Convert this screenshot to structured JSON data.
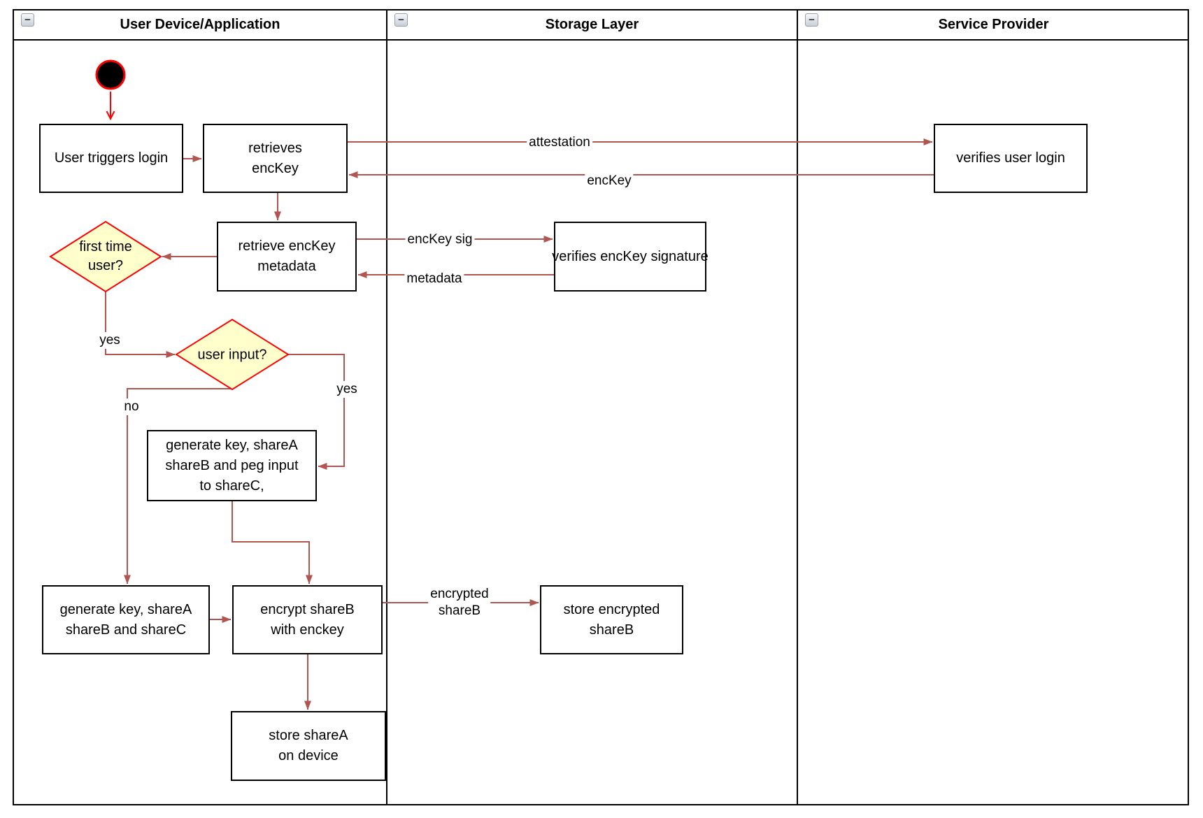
{
  "pool": {
    "collapse_glyph": "−",
    "lanes": [
      {
        "title": "User Device/Application"
      },
      {
        "title": "Storage Layer"
      },
      {
        "title": "Service Provider"
      }
    ]
  },
  "nodes": {
    "user_triggers_login": "User triggers login",
    "retrieves_enckey": "retrieves\nencKey",
    "retrieve_enckey_metadata": "retrieve encKey\nmetadata",
    "verifies_enckey_signature": "verifies encKey signature",
    "verifies_user_login": "verifies user login",
    "generate_key_peg_input": "generate key, shareA\nshareB and peg input\nto shareC,",
    "generate_key_sharec": "generate key, shareA\nshareB and shareC",
    "encrypt_shareb": "encrypt shareB\nwith enckey",
    "store_encrypted_shareb": "store encrypted\nshareB",
    "store_sharea": "store shareA\non device"
  },
  "decisions": {
    "first_time_user": "first time\nuser?",
    "user_input": "user input?"
  },
  "edge_labels": {
    "attestation": "attestation",
    "enckey": "encKey",
    "enckey_sig": "encKey sig",
    "metadata": "metadata",
    "encrypted_shareb": "encrypted\nshareB",
    "first_time_yes": "yes",
    "user_input_yes": "yes",
    "user_input_no": "no"
  },
  "colors": {
    "edge_arrow": "#b05550",
    "start_arrow": "#ff0000",
    "decision_fill": "#ffffcc",
    "decision_border": "#ff0000",
    "node_fill": "#ffffff",
    "node_border": "#000000"
  }
}
